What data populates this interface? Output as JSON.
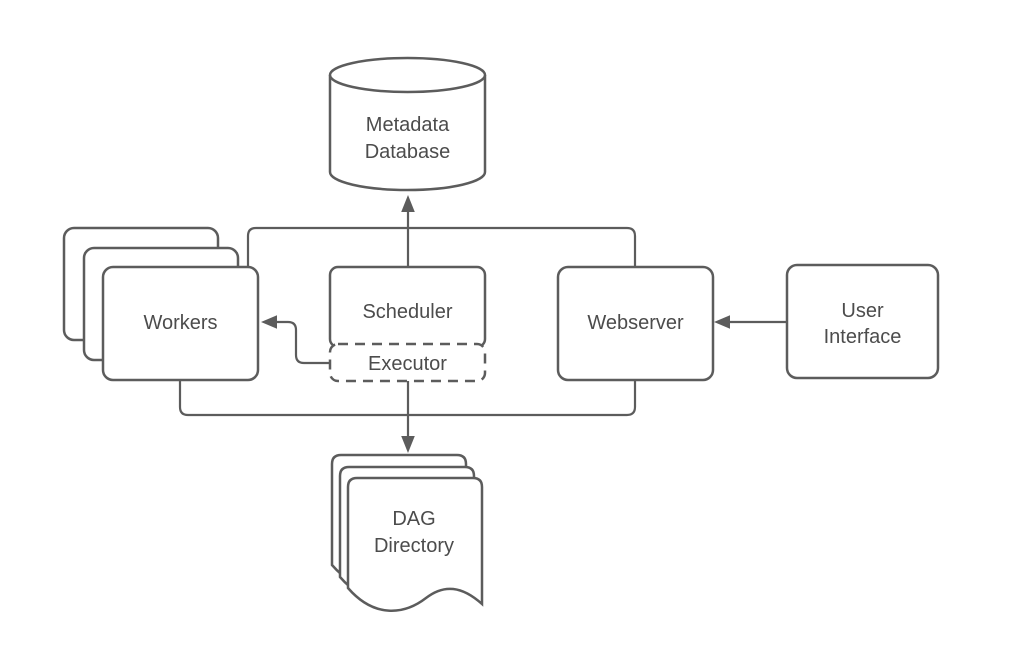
{
  "diagram": {
    "background": "#ffffff",
    "stroke_color": "#5c5c5c",
    "text_color": "#4c4c4c",
    "nodes": {
      "metadata_db": {
        "shape": "cylinder",
        "line1": "Metadata",
        "line2": "Database"
      },
      "workers": {
        "shape": "stacked-rounded-rects",
        "stack_count": 3,
        "label": "Workers"
      },
      "scheduler": {
        "shape": "rounded-rect",
        "label": "Scheduler"
      },
      "executor": {
        "shape": "dashed-rounded-rect",
        "label": "Executor"
      },
      "webserver": {
        "shape": "rounded-rect",
        "label": "Webserver"
      },
      "user_interface": {
        "shape": "rounded-rect",
        "line1": "User",
        "line2": "Interface"
      },
      "dag_directory": {
        "shape": "stacked-documents",
        "stack_count": 3,
        "line1": "DAG",
        "line2": "Directory"
      }
    },
    "edges": [
      {
        "from": "scheduler",
        "to": "metadata_db",
        "type": "arrow"
      },
      {
        "from": "executor",
        "to": "workers",
        "type": "arrow"
      },
      {
        "from": "executor",
        "to": "dag_directory",
        "type": "arrow"
      },
      {
        "from": "user_interface",
        "to": "webserver",
        "type": "arrow"
      },
      {
        "from": "workers",
        "to": "webserver",
        "type": "line",
        "via": "top-rail"
      },
      {
        "from": "workers",
        "to": "webserver",
        "type": "line",
        "via": "bottom-rail"
      }
    ]
  }
}
